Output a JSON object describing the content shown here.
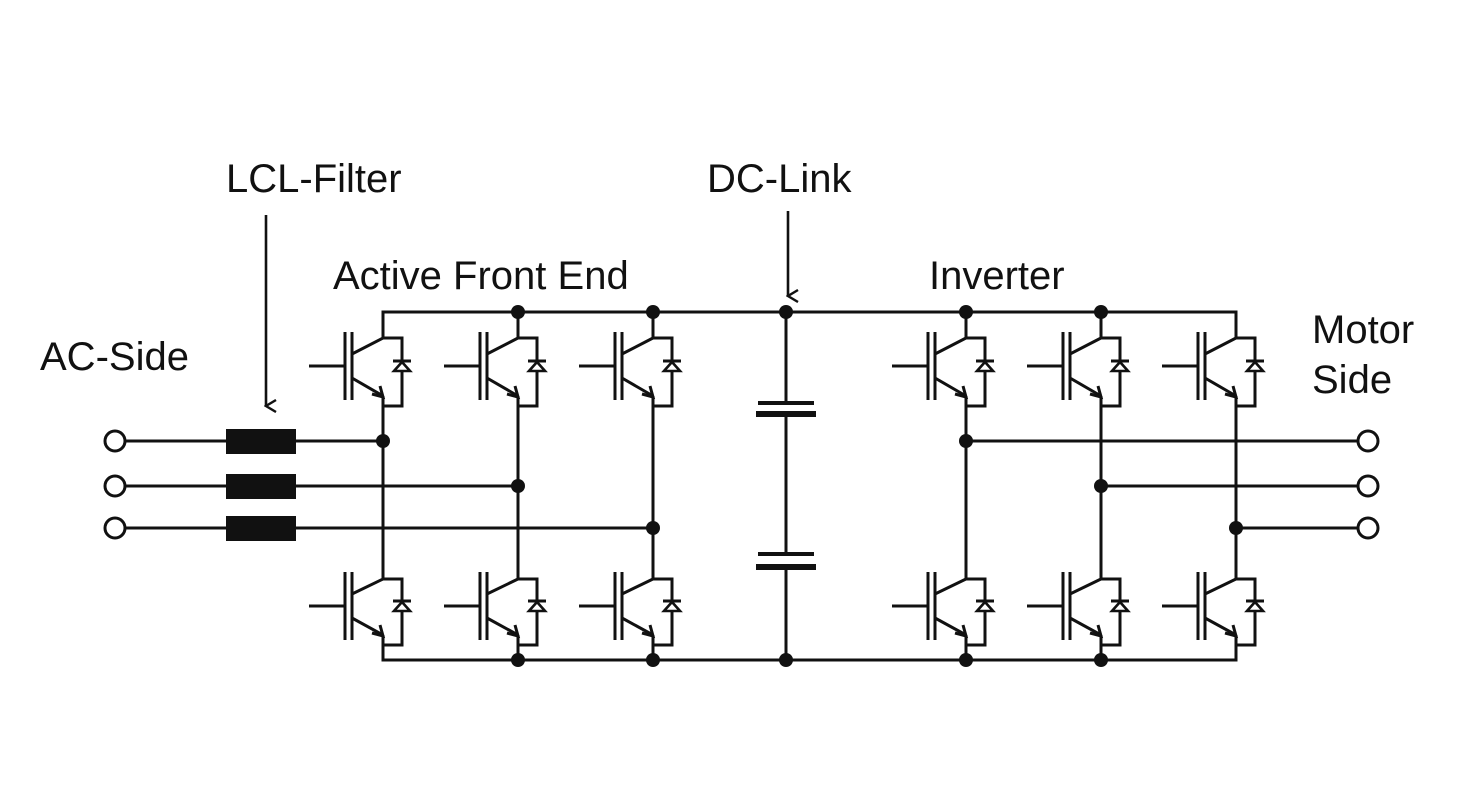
{
  "diagram": {
    "title": "Back-to-back converter with LCL filter",
    "labels": {
      "ac_side": "AC-Side",
      "lcl_filter": "LCL-Filter",
      "active_front_end": "Active Front End",
      "dc_link": "DC-Link",
      "inverter": "Inverter",
      "motor_side_line1": "Motor",
      "motor_side_line2": "Side"
    },
    "ink_color": "#111111",
    "background_color": "#ffffff",
    "sections": [
      {
        "id": "ac_side",
        "components": [
          "3 AC terminals"
        ]
      },
      {
        "id": "lcl_filter",
        "components": [
          "3 inductors"
        ]
      },
      {
        "id": "active_front_end",
        "legs": 3,
        "switch_type": "IGBT with anti-parallel diode",
        "switches_per_leg": 2
      },
      {
        "id": "dc_link",
        "components": [
          "2 series capacitors"
        ]
      },
      {
        "id": "inverter",
        "legs": 3,
        "switch_type": "IGBT with anti-parallel diode",
        "switches_per_leg": 2
      },
      {
        "id": "motor_side",
        "components": [
          "3 AC terminals"
        ]
      }
    ],
    "phases": 3
  }
}
